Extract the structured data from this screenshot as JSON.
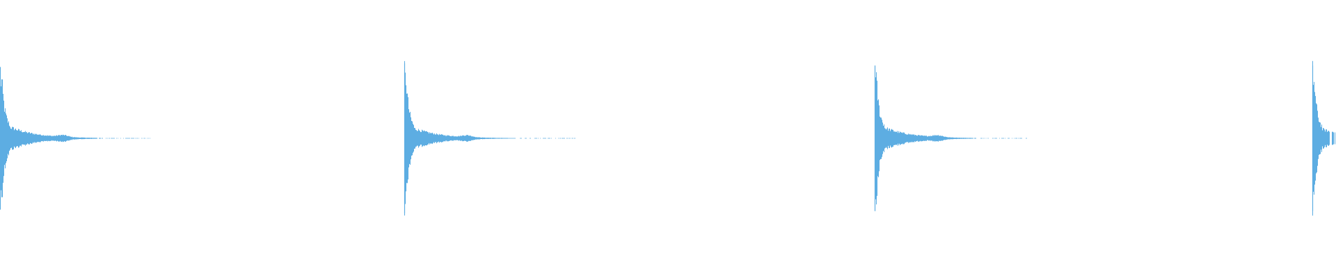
{
  "waveform": {
    "color": "#5dade2",
    "background": "#ffffff",
    "channels": 1,
    "events": [
      {
        "name": "transient-1",
        "peak_positive": 0.95,
        "peak_negative": 0.95,
        "decay": "exponential",
        "ring_amplitude": 0.16
      },
      {
        "name": "transient-2",
        "peak_positive": 1.0,
        "peak_negative": 1.0,
        "decay": "exponential",
        "ring_amplitude": 0.14
      },
      {
        "name": "transient-3",
        "peak_positive": 0.97,
        "peak_negative": 0.97,
        "decay": "exponential",
        "ring_amplitude": 0.15
      },
      {
        "name": "transient-4",
        "peak_positive": 0.97,
        "peak_negative": 0.97,
        "decay": "exponential",
        "ring_amplitude": 0.13
      }
    ]
  }
}
